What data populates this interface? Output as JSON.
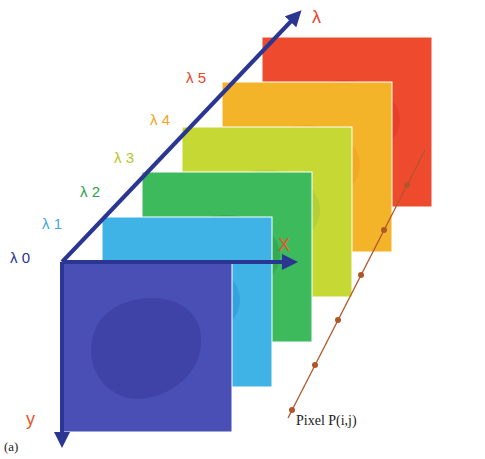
{
  "diagram": {
    "labels": [
      "λ 5",
      "λ 4",
      "λ 3",
      "λ 2",
      "λ 1",
      "λ 0",
      "λ",
      "X",
      "y",
      "Pixel P(i,j)",
      "(a)"
    ]
  }
}
